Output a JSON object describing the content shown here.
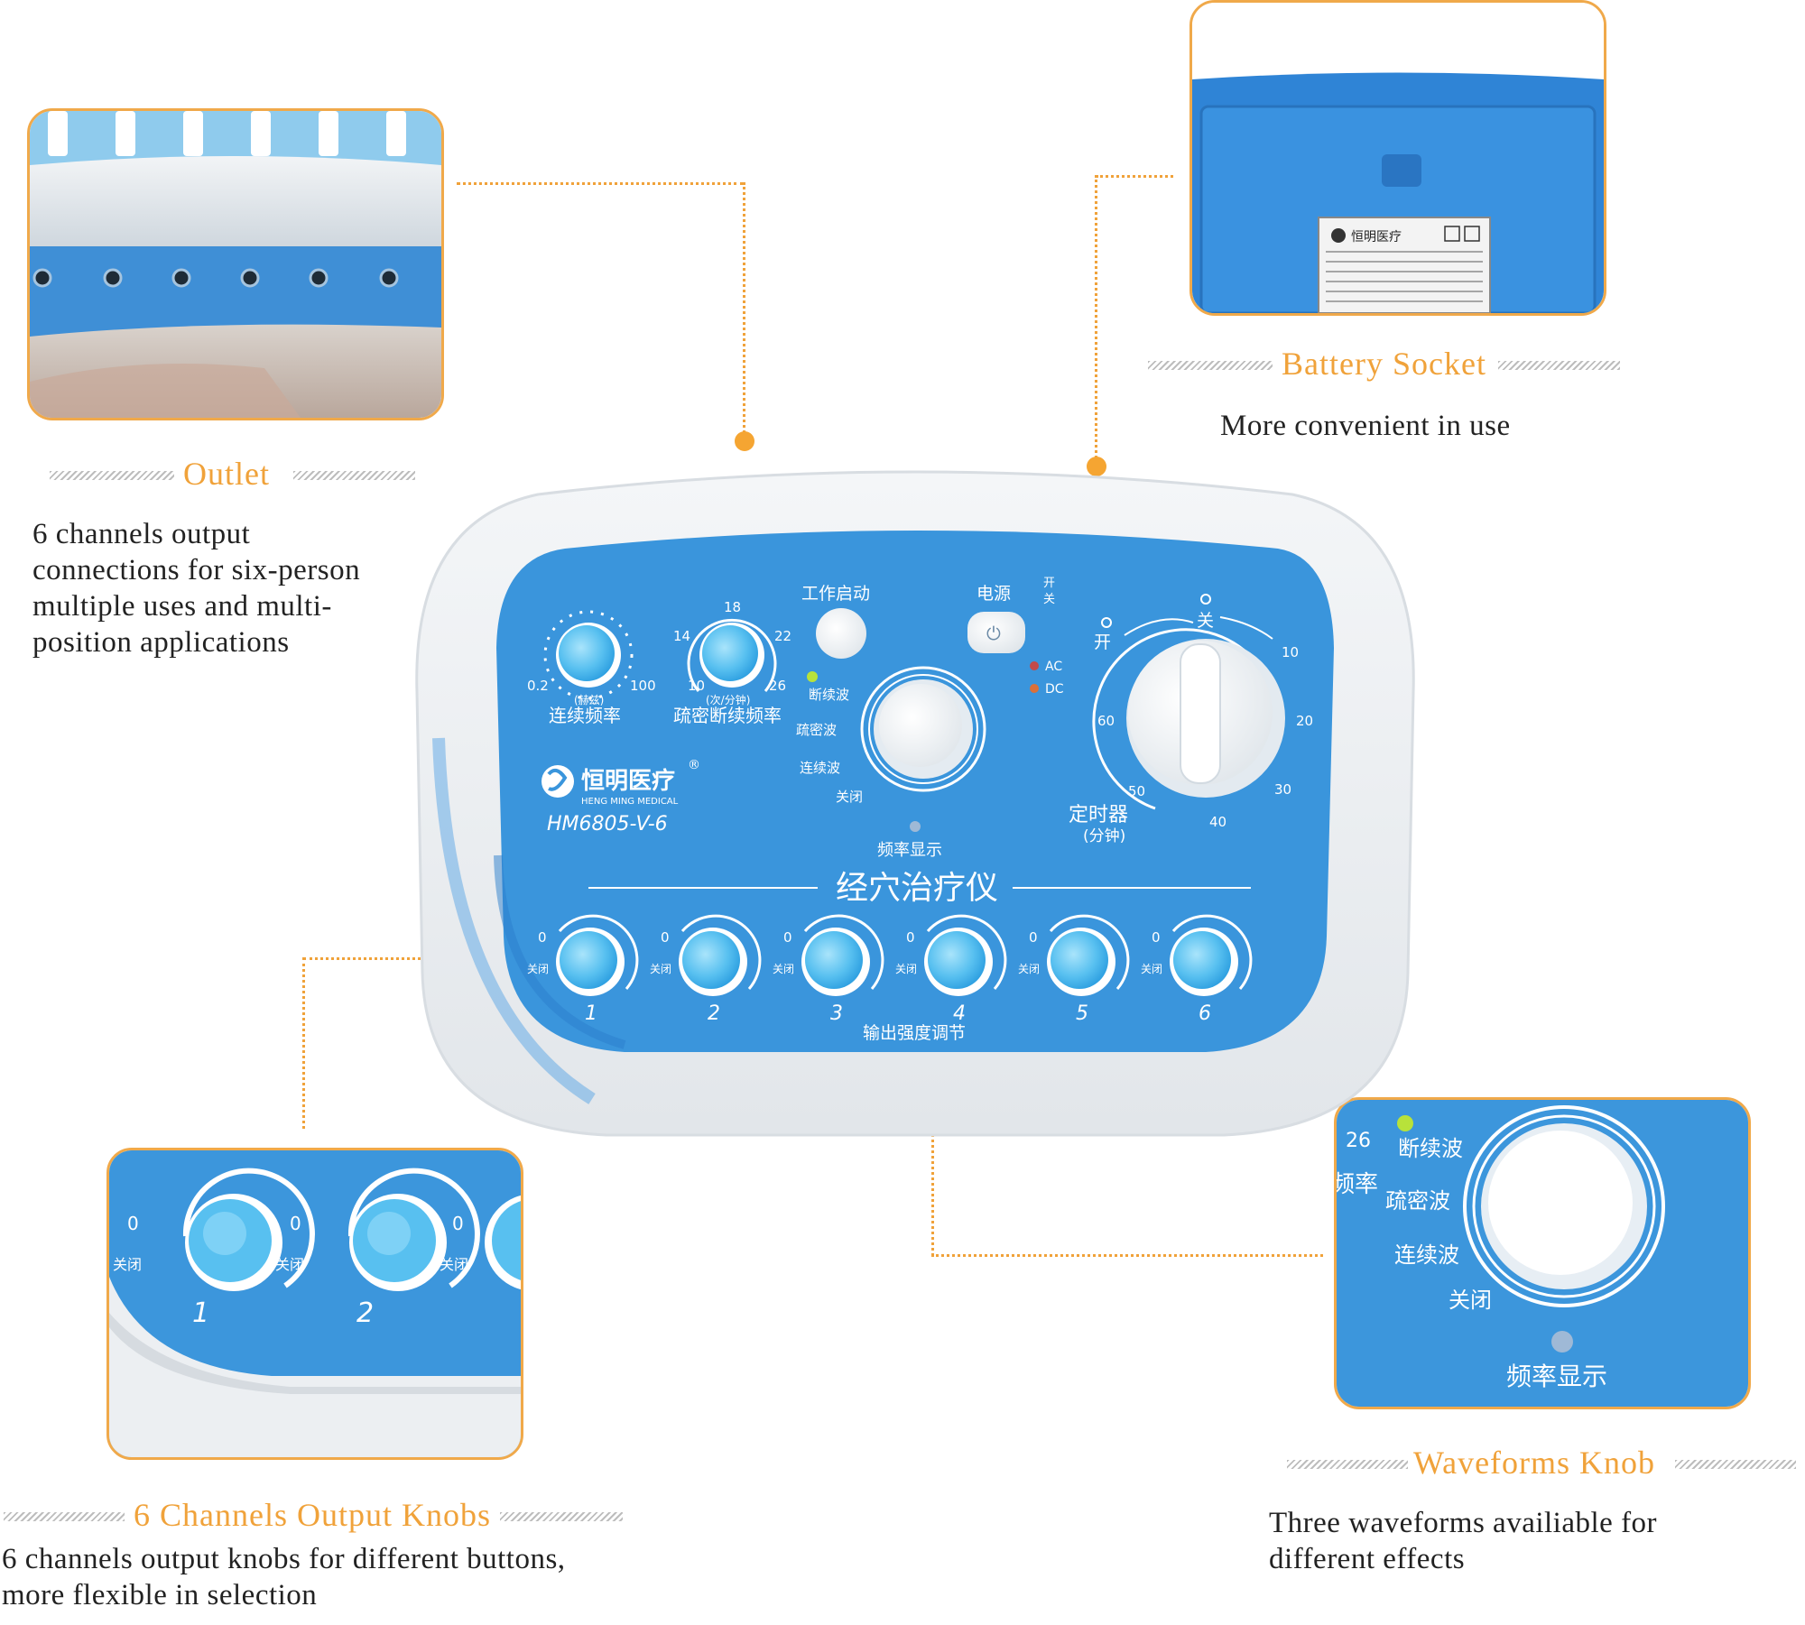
{
  "features": {
    "outlet": {
      "title": "Outlet",
      "desc_lines": [
        "6 channels output",
        "connections for six-person",
        "multiple uses and multi-",
        "position applications"
      ]
    },
    "battery": {
      "title": "Battery Socket",
      "desc": "More convenient in use"
    },
    "knobs": {
      "title": "6 Channels Output Knobs",
      "desc_lines": [
        "6 channels output knobs for different buttons,",
        "more flexible in selection"
      ]
    },
    "waveforms": {
      "title": "Waveforms  Knob",
      "desc_lines": [
        "Three waveforms availiable for",
        "different effects"
      ]
    }
  },
  "device": {
    "brand_cn": "恒明医疗",
    "brand_en": "HENG MING MEDICAL",
    "model": "HM6805-V-6",
    "product_name": "经穴治疗仪",
    "start_label": "工作启动",
    "power_label": "电源",
    "power_on": "开",
    "power_off": "关",
    "ac_label": "AC",
    "dc_label": "DC",
    "cont_freq": {
      "label": "连续频率",
      "unit": "(赫兹)",
      "min": "0.2",
      "max": "100"
    },
    "dense_freq": {
      "label": "疏密断续频率",
      "unit": "(次/分钟)",
      "ticks": [
        "10",
        "14",
        "18",
        "22",
        "26"
      ]
    },
    "waveform": {
      "options": [
        "断续波",
        "疏密波",
        "连续波",
        "关闭"
      ],
      "display": "频率显示"
    },
    "timer": {
      "label": "定时器",
      "unit": "(分钟)",
      "open": "开",
      "close": "关",
      "ticks": [
        "10",
        "20",
        "30",
        "40",
        "50",
        "60"
      ]
    },
    "channels": [
      "1",
      "2",
      "3",
      "4",
      "5",
      "6"
    ],
    "channel_zero": "0",
    "channel_off": "关闭",
    "output_label": "输出强度调节"
  },
  "insets": {
    "label_brand": "恒明医疗",
    "knob_zoom_channels": [
      "1",
      "2"
    ],
    "wave_zoom_tick": "26",
    "wave_zoom_freq_char": "频率"
  },
  "colors": {
    "accent": "#f0a23a",
    "panel_blue": "#3a95dc",
    "knob_blue": "#58c0f0"
  }
}
